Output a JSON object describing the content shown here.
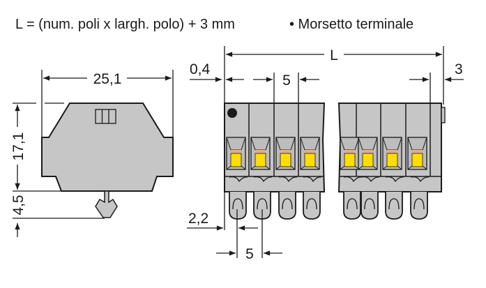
{
  "header": {
    "formula": "L = (num. poli x largh. polo) + 3 mm",
    "note": "• Morsetto terminale"
  },
  "side_view": {
    "width_label": "25,1",
    "height_label": "17,1",
    "foot_label": "4,5"
  },
  "front_view": {
    "length_label": "L",
    "offset_left_label": "0,4",
    "pitch_top_label": "5",
    "end_label": "3",
    "pin_offset_label": "2,2",
    "pitch_bottom_label": "5"
  },
  "colors": {
    "housing": "#c6c6c6",
    "actuator": "#ffdd00",
    "actuator_stripe": "#f0a878",
    "line": "#1a1a1a"
  }
}
